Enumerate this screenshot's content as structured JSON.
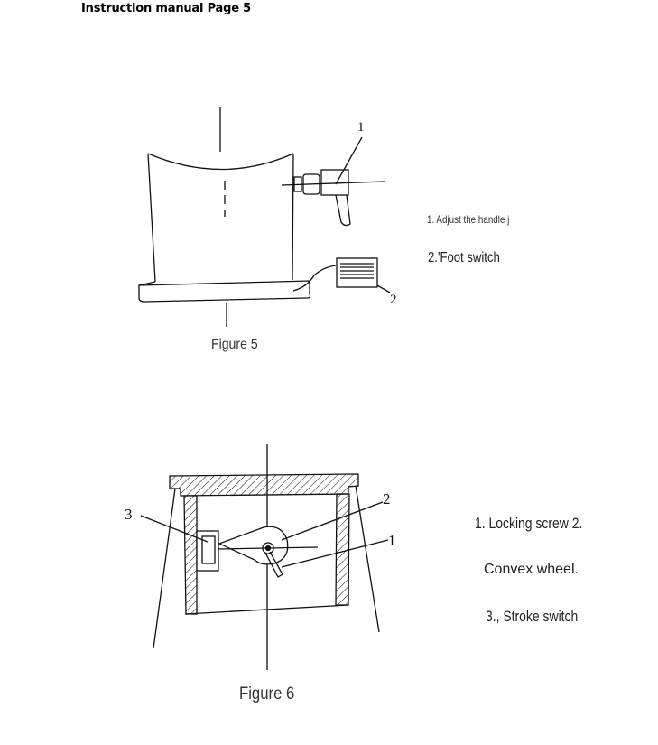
{
  "page": {
    "header": "Instruction manual Page 5"
  },
  "figure5": {
    "caption": "Figure 5",
    "callouts": [
      "1",
      "2"
    ],
    "legend": [
      "1. Adjust the handle j",
      "2.'Foot switch"
    ]
  },
  "figure6": {
    "caption": "Figure 6",
    "callouts": [
      "1",
      "2",
      "3"
    ],
    "legend": [
      "1. Locking screw 2.",
      "Convex wheel.",
      "3., Stroke switch"
    ]
  },
  "colors": {
    "ink": "#111111",
    "text": "#222222"
  }
}
